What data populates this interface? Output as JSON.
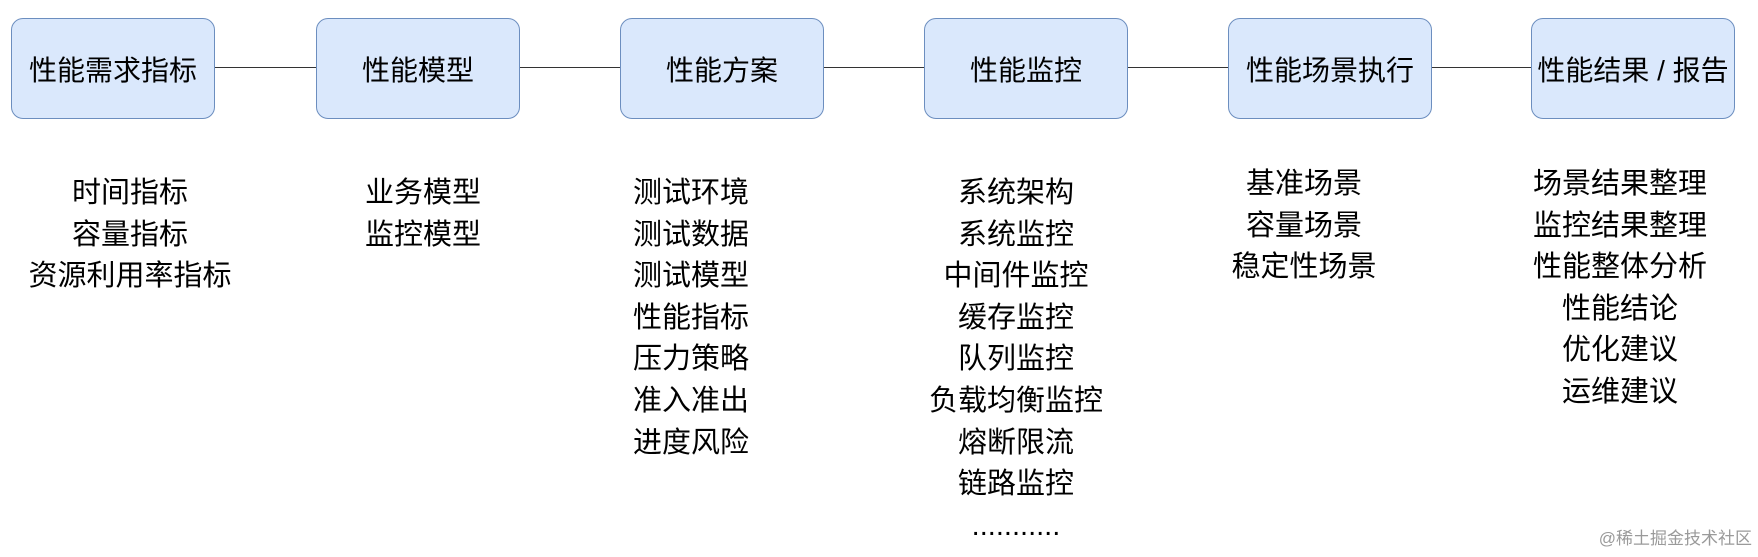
{
  "stages": [
    {
      "title": "性能需求指标",
      "items": [
        "时间指标",
        "容量指标",
        "资源利用率指标"
      ]
    },
    {
      "title": "性能模型",
      "items": [
        "业务模型",
        "监控模型"
      ]
    },
    {
      "title": "性能方案",
      "items": [
        "测试环境",
        "测试数据",
        "测试模型",
        "性能指标",
        "压力策略",
        "准入准出",
        "进度风险"
      ]
    },
    {
      "title": "性能监控",
      "items": [
        "系统架构",
        "系统监控",
        "中间件监控",
        "缓存监控",
        "队列监控",
        "负载均衡监控",
        "熔断限流",
        "链路监控",
        "..........."
      ]
    },
    {
      "title": "性能场景执行",
      "items": [
        "基准场景",
        "容量场景",
        "稳定性场景"
      ]
    },
    {
      "title": "性能结果 / 报告",
      "items": [
        "场景结果整理",
        "监控结果整理",
        "性能整体分析",
        "性能结论",
        "优化建议",
        "运维建议"
      ]
    }
  ],
  "watermark": "@稀土掘金技术社区",
  "colors": {
    "box_fill": "#dae8fc",
    "box_border": "#6c8ebf",
    "connector": "#333333",
    "text": "#000000",
    "watermark": "#9a9a9a"
  }
}
